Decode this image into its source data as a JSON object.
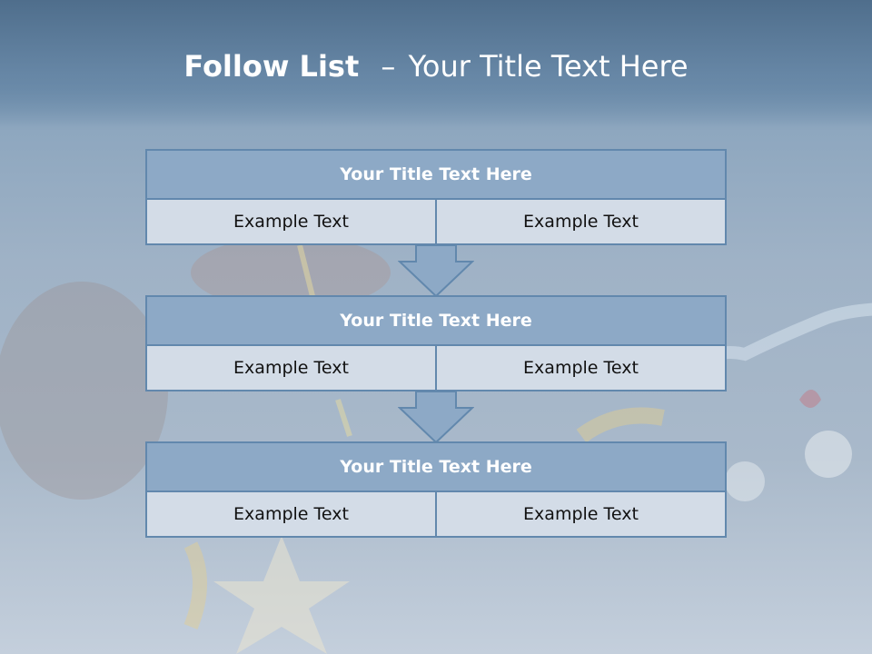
{
  "slide": {
    "title_bold": "Follow List",
    "title_dash": "–",
    "title_rest": "Your Title Text Here"
  },
  "blocks": [
    {
      "title": "Your Title Text Here",
      "left": "Example Text",
      "right": "Example Text"
    },
    {
      "title": "Your Title Text Here",
      "left": "Example Text",
      "right": "Example Text"
    },
    {
      "title": "Your Title Text Here",
      "left": "Example Text",
      "right": "Example Text"
    }
  ],
  "colors": {
    "header_fill": "#8da9c6",
    "cell_fill": "#d3dce7",
    "border": "#6288ad"
  }
}
